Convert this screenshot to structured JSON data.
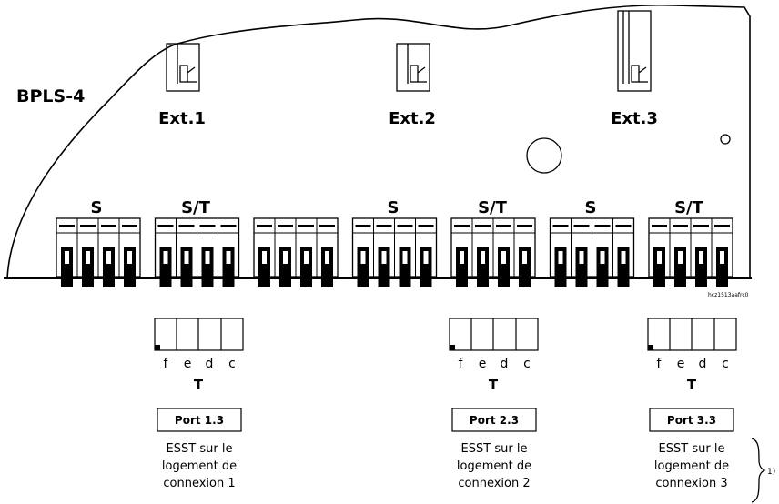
{
  "board": {
    "label": "BPLS-4",
    "code": "hcz1513aafrc0"
  },
  "extensions": [
    "Ext.1",
    "Ext.2",
    "Ext.3"
  ],
  "connector_labels": [
    "S",
    "S/T",
    "",
    "S",
    "S/T",
    "S",
    "S/T"
  ],
  "ports": [
    {
      "letters": [
        "f",
        "e",
        "d",
        "c"
      ],
      "type": "T",
      "name": "Port 1.3",
      "desc": [
        "ESST sur le",
        "logement de",
        "connexion 1"
      ]
    },
    {
      "letters": [
        "f",
        "e",
        "d",
        "c"
      ],
      "type": "T",
      "name": "Port 2.3",
      "desc": [
        "ESST sur le",
        "logement de",
        "connexion 2"
      ]
    },
    {
      "letters": [
        "f",
        "e",
        "d",
        "c"
      ],
      "type": "T",
      "name": "Port 3.3",
      "desc": [
        "ESST sur le",
        "logement de",
        "connexion 3"
      ]
    }
  ],
  "footnote": "1)"
}
